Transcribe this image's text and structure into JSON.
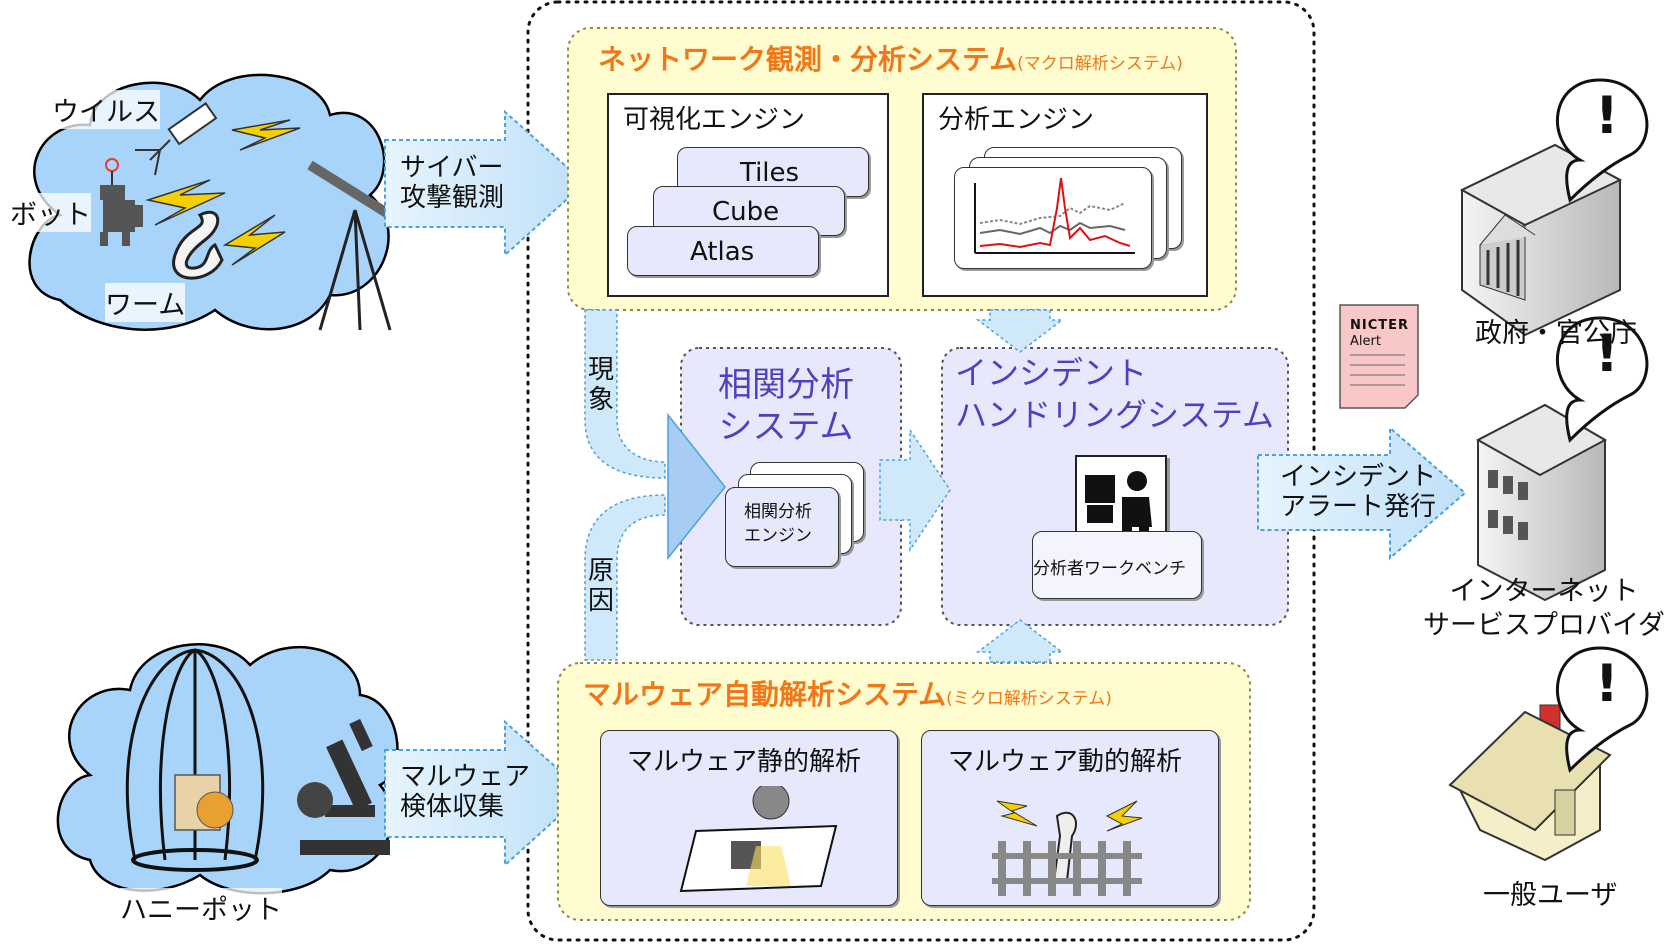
{
  "left": {
    "virus": "ウイルス",
    "bot": "ボット",
    "worm": "ワーム",
    "honeypot": "ハニーポット",
    "arrow_top": [
      "サイバー",
      "攻撃観測"
    ],
    "arrow_bottom": [
      "マルウェア",
      "検体収集"
    ]
  },
  "network": {
    "title": "ネットワーク観測・分析システム",
    "title_sub": "(マクロ解析システム)",
    "viz_title": "可視化エンジン",
    "viz_cards": [
      "Tiles",
      "Cube",
      "Atlas"
    ],
    "ana_title": "分析エンジン"
  },
  "flow": {
    "phenomenon": [
      "現",
      "象"
    ],
    "cause": [
      "原",
      "因"
    ]
  },
  "correlation": {
    "title": [
      "相関分析",
      "システム"
    ],
    "engine": [
      "相関分析",
      "エンジン"
    ]
  },
  "incident": {
    "title": [
      "インシデント",
      "ハンドリングシステム"
    ],
    "workbench": "分析者ワークベンチ"
  },
  "malware": {
    "title": "マルウェア自動解析システム",
    "title_sub": "(ミクロ解析システム)",
    "static": "マルウェア静的解析",
    "dynamic": "マルウェア動的解析"
  },
  "alert": {
    "arrow": [
      "インシデント",
      "アラート発行"
    ],
    "doc_logo": "NICTER",
    "doc_text": "Alert"
  },
  "recipients": {
    "gov": "政府・官公庁",
    "isp": [
      "インターネット",
      "サービスプロバイダ"
    ],
    "user": "一般ユーザ"
  },
  "colors": {
    "orange": "#f07818",
    "purple": "#5040c0",
    "yellow_panel": "#fffcd0",
    "lavender_panel": "#e8e8fc",
    "arrow_fill": "#cfe8fa",
    "cloud": "#a8d4fa"
  }
}
